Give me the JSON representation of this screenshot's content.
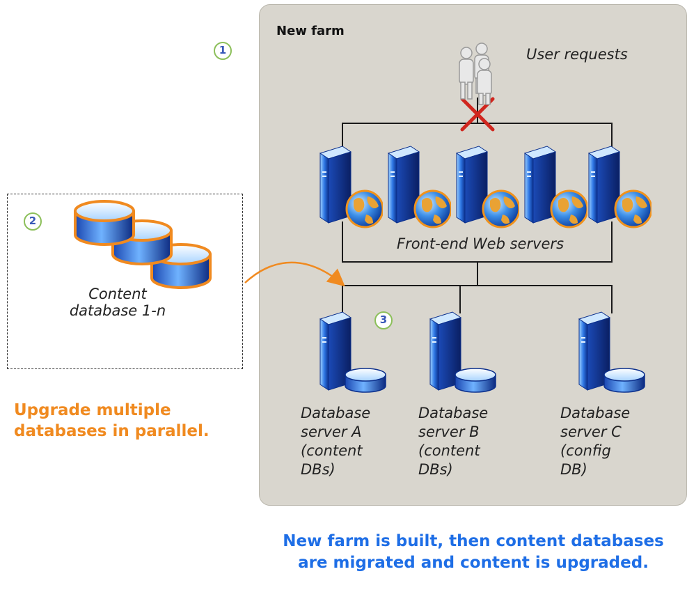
{
  "farm": {
    "title": "New farm",
    "user_requests": "User requests",
    "front_end_label": "Front-end Web servers"
  },
  "steps": [
    "1",
    "2",
    "3"
  ],
  "content_db": {
    "label": "Content database 1-n"
  },
  "db_servers": [
    {
      "line1": "Database",
      "line2": "server A",
      "line3": "(content",
      "line4": "DBs)"
    },
    {
      "line1": "Database",
      "line2": "server B",
      "line3": "(content",
      "line4": "DBs)"
    },
    {
      "line1": "Database",
      "line2": "server C",
      "line3": "(config",
      "line4": "DB)"
    }
  ],
  "notes": {
    "orange": "Upgrade multiple databases in parallel.",
    "blue": "New farm is built, then content databases are migrated and content is upgraded."
  },
  "colors": {
    "farm_bg": "#d9d6ce",
    "orange": "#f08a20",
    "blue": "#1e6ee6",
    "step_ring": "#8cbf5a",
    "cross": "#d0261e"
  }
}
